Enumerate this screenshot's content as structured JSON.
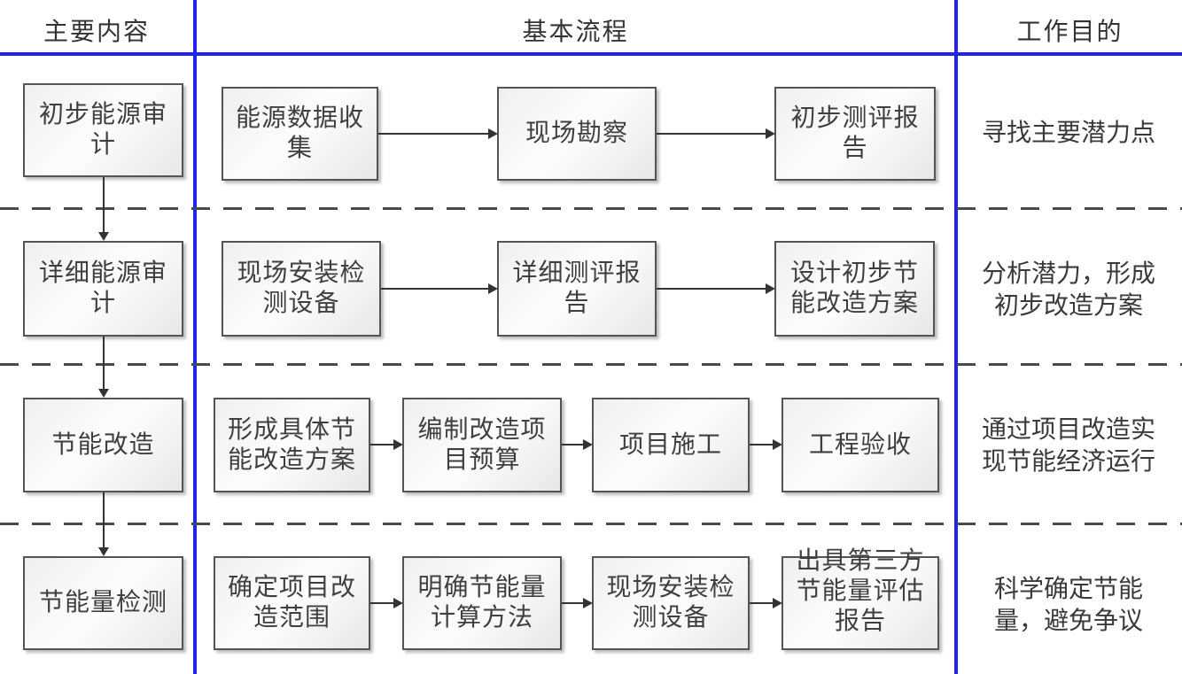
{
  "header": {
    "col1": "主要内容",
    "col2": "基本流程",
    "col3": "工作目的"
  },
  "rows": [
    {
      "main": "初步能源审计",
      "steps": [
        "能源数据收集",
        "现场勘察",
        "初步测评报告"
      ],
      "purpose": "寻找主要潜力点"
    },
    {
      "main": "详细能源审计",
      "steps": [
        "现场安装检测设备",
        "详细测评报告",
        "设计初步节能改造方案"
      ],
      "purpose": "分析潜力，形成初步改造方案"
    },
    {
      "main": "节能改造",
      "steps": [
        "形成具体节能改造方案",
        "编制改造项目预算",
        "项目施工",
        "工程验收"
      ],
      "purpose": "通过项目改造实现节能经济运行"
    },
    {
      "main": "节能量检测",
      "steps": [
        "确定项目改造范围",
        "明确节能量计算方法",
        "现场安装检测设备",
        "出具第三方节能量评估报告"
      ],
      "purpose": "科学确定节能量，避免争议"
    }
  ],
  "colors": {
    "grid_blue": "#2222ee",
    "separator_gray": "#4a4a4a",
    "box_border": "#545454",
    "box_fill_light": "#fdfdfd",
    "box_fill_dark": "#e7e7e7",
    "text": "#3f3f3f"
  }
}
